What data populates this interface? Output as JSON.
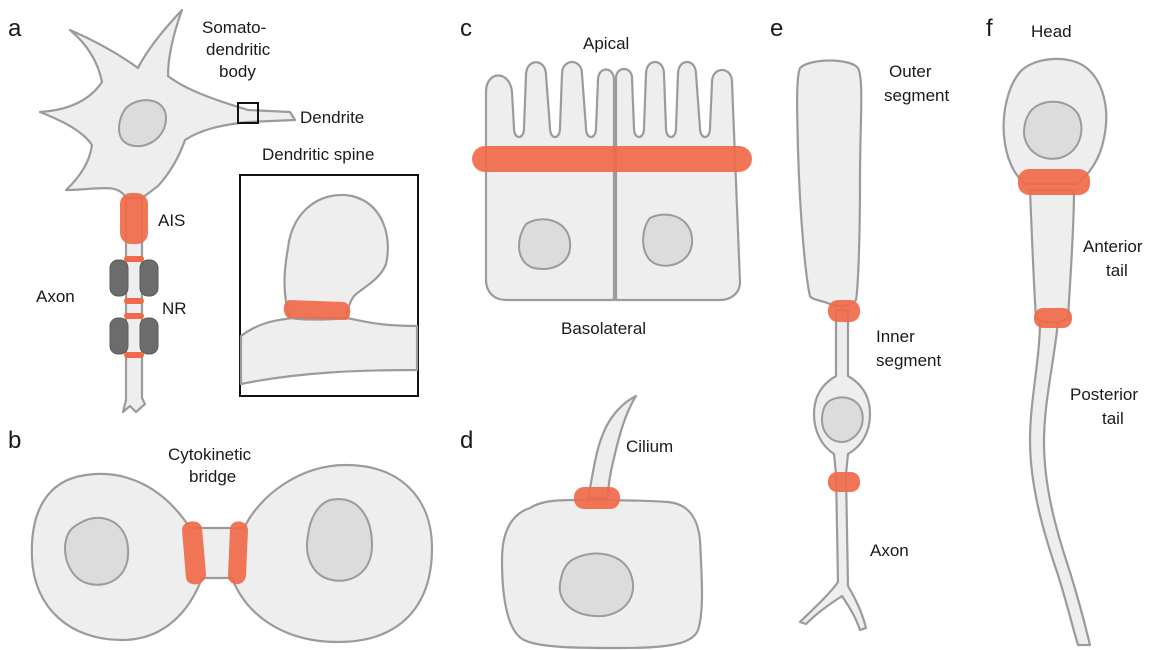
{
  "colors": {
    "cell_fill": "#eeeeee",
    "cell_outline": "#9b9b9b",
    "nucleus_fill": "#dcdcdc",
    "ring_highlight": "#f06a4a",
    "node_gray": "#6c6c6c"
  },
  "panels": {
    "a": {
      "letter": "a",
      "soma_label": [
        "Somato-",
        "dendritic",
        "body"
      ],
      "dendrite_label": "Dendrite",
      "inset_title": "Dendritic spine",
      "ais_label": "AIS",
      "axon_label": "Axon",
      "nr_label": "NR"
    },
    "b": {
      "letter": "b",
      "bridge_label": [
        "Cytokinetic",
        "bridge"
      ]
    },
    "c": {
      "letter": "c",
      "apical_label": "Apical",
      "basolateral_label": "Basolateral"
    },
    "d": {
      "letter": "d",
      "cilium_label": "Cilium"
    },
    "e": {
      "letter": "e",
      "outer_label": [
        "Outer",
        "segment"
      ],
      "inner_label": [
        "Inner",
        "segment"
      ],
      "axon_label": "Axon"
    },
    "f": {
      "letter": "f",
      "head_label": "Head",
      "anterior_label": [
        "Anterior",
        "tail"
      ],
      "posterior_label": [
        "Posterior",
        "tail"
      ]
    }
  }
}
